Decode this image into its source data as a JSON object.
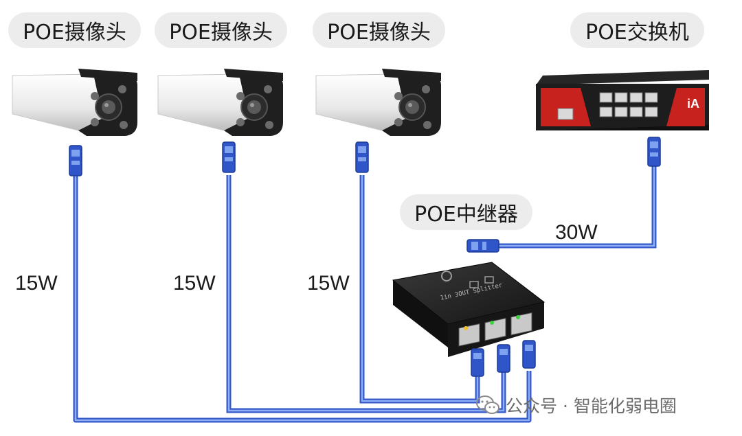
{
  "labels": {
    "camera1": "POE摄像头",
    "camera2": "POE摄像头",
    "camera3": "POE摄像头",
    "switch": "POE交换机",
    "repeater": "POE中继器"
  },
  "power": {
    "camera1": "15W",
    "camera2": "15W",
    "camera3": "15W",
    "uplink": "30W"
  },
  "switch_brand": "iA",
  "device_text": "1in 3OUT Splitter",
  "watermark": "公众号 · 智能化弱电圈",
  "colors": {
    "cable": "#3559c8",
    "cable_light": "#7ea0f0",
    "device": "#1e1e1e",
    "switch_red": "#c8221f"
  }
}
